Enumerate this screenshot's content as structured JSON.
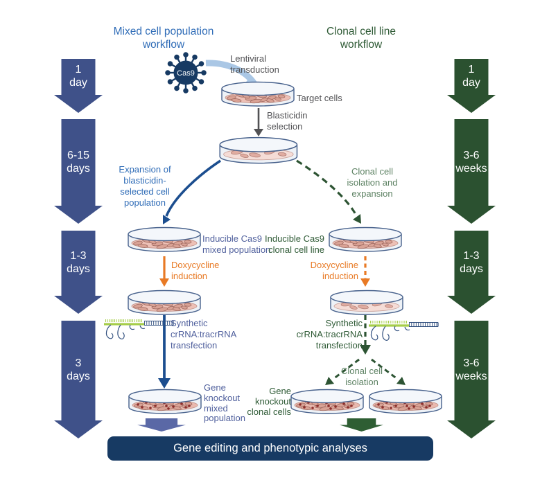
{
  "workflow_headers": {
    "mixed": "Mixed cell population\nworkflow",
    "clonal": "Clonal cell line\nworkflow"
  },
  "timeline_left": {
    "items": [
      {
        "label": "1\nday"
      },
      {
        "label": "6-15\ndays"
      },
      {
        "label": "1-3\ndays"
      },
      {
        "label": "3\ndays"
      }
    ]
  },
  "timeline_right": {
    "items": [
      {
        "label": "1\nday"
      },
      {
        "label": "3-6\nweeks"
      },
      {
        "label": "1-3\ndays"
      },
      {
        "label": "3-6\nweeks"
      }
    ]
  },
  "nodes": {
    "cas9_label": "Cas9",
    "target_cells": "Target cells"
  },
  "steps": {
    "lentiviral_transduction": "Lentiviral\ntransduction",
    "blasticidin_selection": "Blasticidin\nselection",
    "expansion": "Expansion of\nblasticidin-\nselected cell\npopulation",
    "clonal_isolation_expansion": "Clonal cell\nisolation and\nexpansion",
    "inducible_cas9_mixed": "Inducible Cas9\nmixed population",
    "inducible_cas9_clonal": "Inducible Cas9\nclonal cell line",
    "doxycycline_induction_left": "Doxycycline\ninduction",
    "doxycycline_induction_right": "Doxycycline\ninduction",
    "synthetic_crrna_left": "Synthetic\ncrRNA:tracrRNA\ntransfection",
    "synthetic_crrna_right": "Synthetic\ncrRNA:tracrRNA\ntransfection",
    "clonal_cell_isolation": "Clonal cell\nisolation",
    "gene_knockout_mixed": "Gene\nknockout\nmixed\npopulation",
    "gene_knockout_clonal": "Gene\nknockout\nclonal cells"
  },
  "banner": {
    "label": "Gene editing and phenotypic analyses"
  },
  "colors": {
    "timeline_blue": "#3f5189",
    "timeline_green": "#2b5130",
    "mini_arrow_blue": "#5a68a6",
    "mini_arrow_green": "#2e5e33",
    "banner_navy": "#173a63",
    "accent_blue_text": "#2f6cb7",
    "slate_blue_text": "#50609d",
    "green_text_dark": "#2e5a35",
    "green_text_muted": "#5d8263",
    "gray_text": "#515154",
    "orange": "#e87a25",
    "swoosh_blue": "#aac7e5"
  },
  "icons": [
    "cas9-virus-icon",
    "petri-dish-icon",
    "crrna-tracrrna-icon",
    "lentiviral-swoosh-arrow-icon"
  ]
}
